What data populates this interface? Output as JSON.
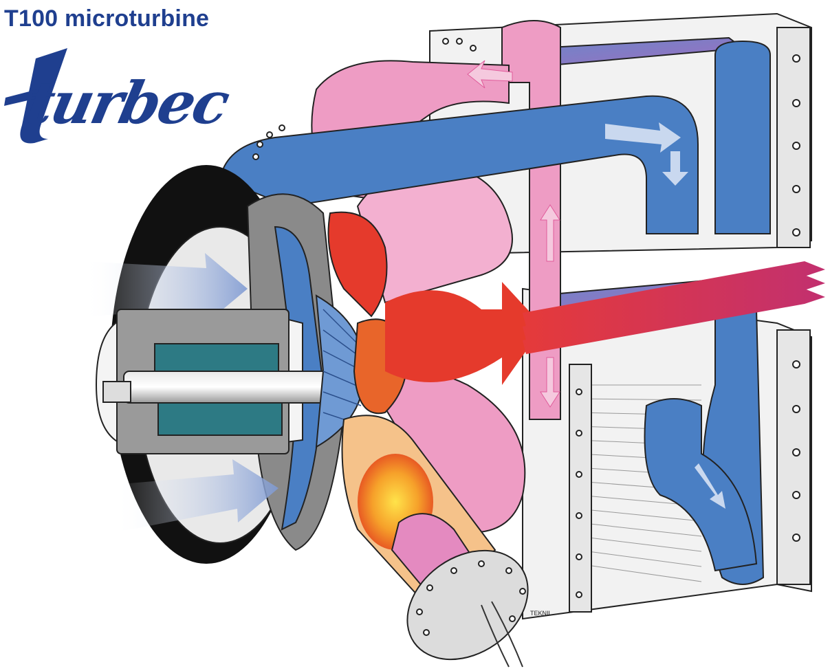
{
  "title": "T100 microturbine",
  "logo_text": "turbec",
  "credit": "TEKNIL",
  "colors": {
    "title_blue": "#1f3f8f",
    "cold_air_blue": "#4a7fc4",
    "exhaust_pink": "#ee9cc4",
    "hot_red": "#e53a2c",
    "casing_gray": "#8a8a8a",
    "generator_teal": "#2d7a84",
    "liner_tan": "#f5c28a"
  }
}
